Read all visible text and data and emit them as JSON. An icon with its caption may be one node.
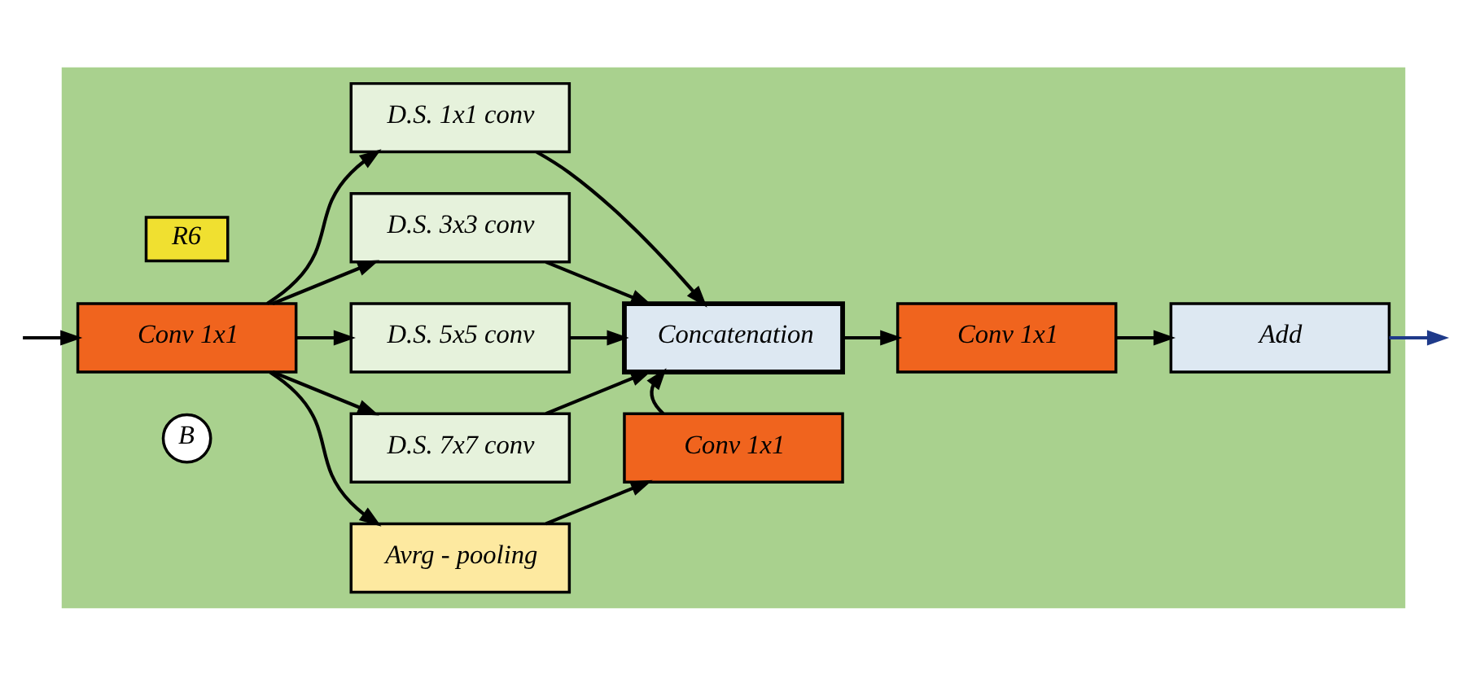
{
  "diagram": {
    "nodes": [
      {
        "text": [],
        "shape": "box"
      },
      {
        "text": [
          "Conv 1x1"
        ],
        "in": 0
      },
      {
        "text": [
          "B"
        ],
        "in": 0
      },
      {
        "text": [
          "R6"
        ],
        "in": 0
      },
      {
        "text": [
          "D.S. 1x1 conv"
        ],
        "in": 0
      },
      {
        "text": [
          "D.S. 3x3 conv"
        ],
        "in": 0
      },
      {
        "text": [
          "D.S. 5x5 conv"
        ],
        "in": 0
      },
      {
        "text": [
          "D.S. 7x7 conv"
        ],
        "in": 0
      },
      {
        "text": [
          "Avrg - pooling"
        ],
        "in": 0
      },
      {
        "text": [
          "Concatenation"
        ],
        "in": 0
      },
      {
        "text": [
          "Conv 1x1"
        ],
        "in": 0
      },
      {
        "text": [
          "Conv 1x1"
        ],
        "in": 0
      },
      {
        "text": [
          "Add"
        ],
        "in": 0
      }
    ],
    "edges": [
      {
        "from": null,
        "to": 1,
        "arrow": "to"
      },
      {
        "from": 1,
        "to": 4,
        "arrow": "to"
      },
      {
        "from": 1,
        "to": 5,
        "arrow": "to"
      },
      {
        "from": 1,
        "to": 6,
        "arrow": "to"
      },
      {
        "from": 1,
        "to": 7,
        "arrow": "to"
      },
      {
        "from": 1,
        "to": 8,
        "arrow": "to"
      },
      {
        "from": 4,
        "to": 9,
        "arrow": "to"
      },
      {
        "from": 5,
        "to": 9,
        "arrow": "to"
      },
      {
        "from": 6,
        "to": 9,
        "arrow": "to"
      },
      {
        "from": 7,
        "to": 9,
        "arrow": "to"
      },
      {
        "from": 8,
        "to": 10,
        "arrow": "to"
      },
      {
        "from": 10,
        "to": 9,
        "arrow": "to"
      },
      {
        "from": 9,
        "to": 11,
        "arrow": "to"
      },
      {
        "from": 11,
        "to": 12,
        "arrow": "to"
      },
      {
        "from": 12,
        "to": null,
        "arrow": "to",
        "color": "#1f3a8a"
      }
    ]
  }
}
